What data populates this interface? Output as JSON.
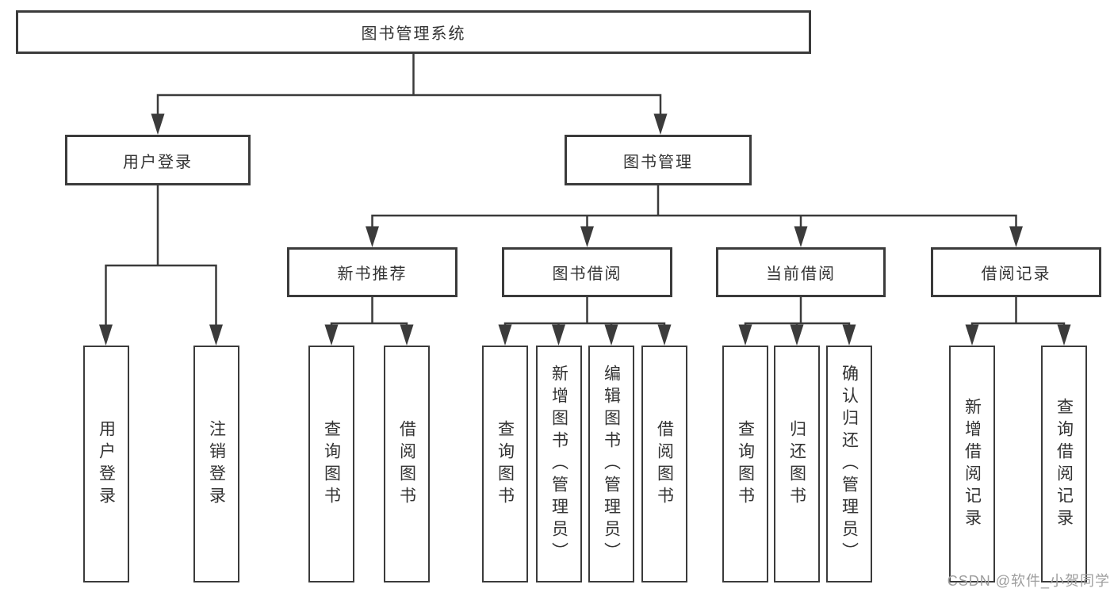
{
  "tree": {
    "root": "图书管理系统",
    "children": [
      {
        "label": "用户登录",
        "children": [
          "用户登录",
          "注销登录"
        ]
      },
      {
        "label": "图书管理",
        "children": [
          {
            "label": "新书推荐",
            "children": [
              "查询图书",
              "借阅图书"
            ]
          },
          {
            "label": "图书借阅",
            "children": [
              "查询图书",
              "新增图书（管理员）",
              "编辑图书（管理员）",
              "借阅图书"
            ]
          },
          {
            "label": "当前借阅",
            "children": [
              "查询图书",
              "归还图书",
              "确认归还（管理员）"
            ]
          },
          {
            "label": "借阅记录",
            "children": [
              "新增借阅记录",
              "查询借阅记录"
            ]
          }
        ]
      }
    ]
  },
  "watermark": "CSDN @软件_小贺同学",
  "colors": {
    "line": "#3b3b3b",
    "border": "#3b3b3b",
    "text": "#333333",
    "watermark": "#9e9e9e",
    "background": "#ffffff"
  }
}
